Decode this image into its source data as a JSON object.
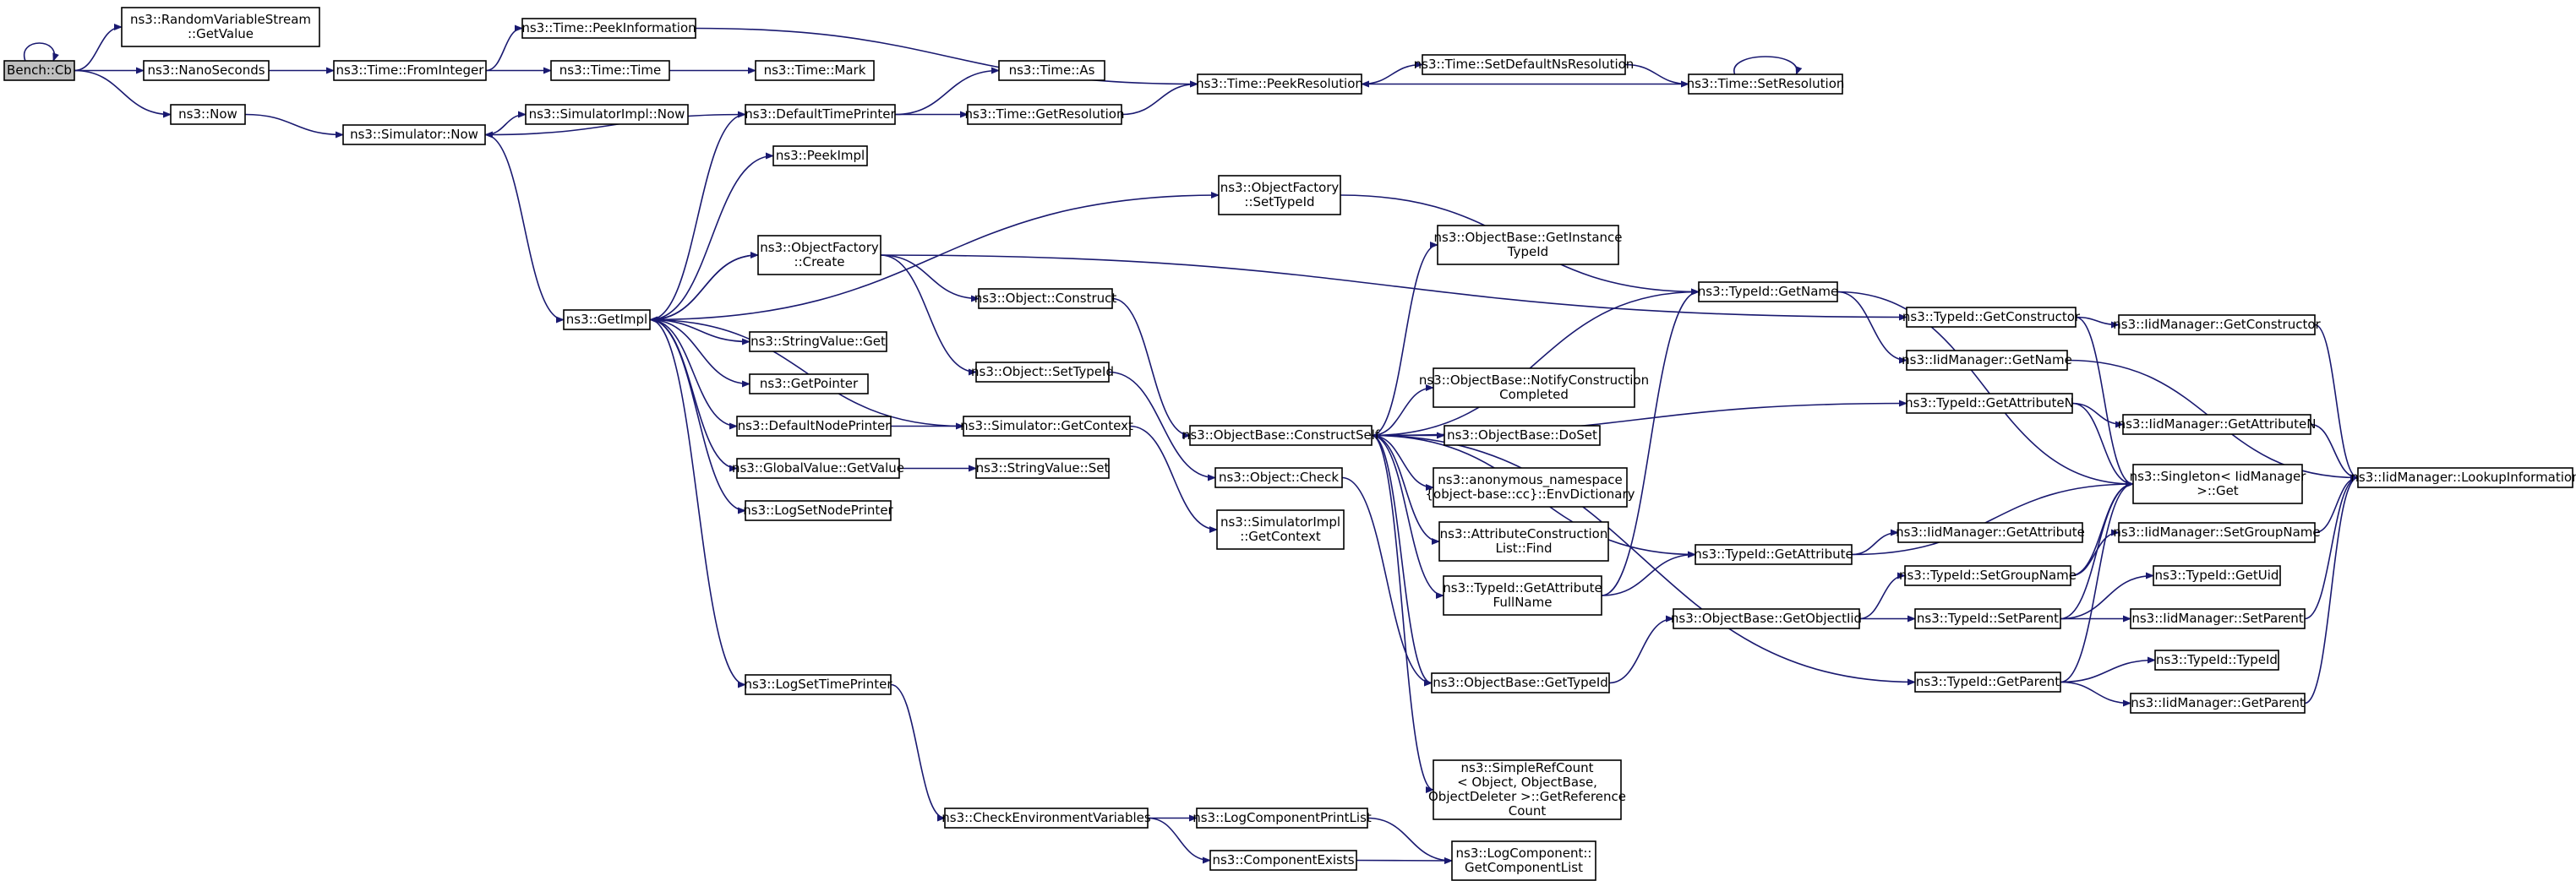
{
  "diagram": {
    "type": "call-graph",
    "edge_color": "#191970",
    "root_fill": "#bfbfbf",
    "nodes": [
      {
        "id": "bench",
        "lines": [
          "Bench::Cb"
        ],
        "root": true
      },
      {
        "id": "rvs_getvalue",
        "lines": [
          "ns3::RandomVariableStream",
          "::GetValue"
        ]
      },
      {
        "id": "nanoseconds",
        "lines": [
          "ns3::NanoSeconds"
        ]
      },
      {
        "id": "now",
        "lines": [
          "ns3::Now"
        ]
      },
      {
        "id": "time_frominteger",
        "lines": [
          "ns3::Time::FromInteger"
        ]
      },
      {
        "id": "time_peekinformation",
        "lines": [
          "ns3::Time::PeekInformation"
        ]
      },
      {
        "id": "time_time",
        "lines": [
          "ns3::Time::Time"
        ]
      },
      {
        "id": "time_mark",
        "lines": [
          "ns3::Time::Mark"
        ]
      },
      {
        "id": "simulator_now",
        "lines": [
          "ns3::Simulator::Now"
        ]
      },
      {
        "id": "simulatorimpl_now",
        "lines": [
          "ns3::SimulatorImpl::Now"
        ]
      },
      {
        "id": "getimpl",
        "lines": [
          "ns3::GetImpl"
        ]
      },
      {
        "id": "defaulttimeprinter",
        "lines": [
          "ns3::DefaultTimePrinter"
        ]
      },
      {
        "id": "peekimpl",
        "lines": [
          "ns3::PeekImpl"
        ]
      },
      {
        "id": "objectfactory_create",
        "lines": [
          "ns3::ObjectFactory",
          "::Create"
        ]
      },
      {
        "id": "stringvalue_get",
        "lines": [
          "ns3::StringValue::Get"
        ]
      },
      {
        "id": "getpointer",
        "lines": [
          "ns3::GetPointer"
        ]
      },
      {
        "id": "defaultnodeprinter",
        "lines": [
          "ns3::DefaultNodePrinter"
        ]
      },
      {
        "id": "globalvalue_getvalue",
        "lines": [
          "ns3::GlobalValue::GetValue"
        ]
      },
      {
        "id": "logsetnodeprinter",
        "lines": [
          "ns3::LogSetNodePrinter"
        ]
      },
      {
        "id": "logsettimeprinter",
        "lines": [
          "ns3::LogSetTimePrinter"
        ]
      },
      {
        "id": "time_as",
        "lines": [
          "ns3::Time::As"
        ]
      },
      {
        "id": "time_getresolution",
        "lines": [
          "ns3::Time::GetResolution"
        ]
      },
      {
        "id": "object_construct",
        "lines": [
          "ns3::Object::Construct"
        ]
      },
      {
        "id": "object_settypeid",
        "lines": [
          "ns3::Object::SetTypeId"
        ]
      },
      {
        "id": "simulator_getcontext",
        "lines": [
          "ns3::Simulator::GetContext"
        ]
      },
      {
        "id": "stringvalue_set",
        "lines": [
          "ns3::StringValue::Set"
        ]
      },
      {
        "id": "checkenv",
        "lines": [
          "ns3::CheckEnvironmentVariables"
        ]
      },
      {
        "id": "time_peekresolution",
        "lines": [
          "ns3::Time::PeekResolution"
        ]
      },
      {
        "id": "objectfactory_settypeid",
        "lines": [
          "ns3::ObjectFactory",
          "::SetTypeId"
        ]
      },
      {
        "id": "object_check",
        "lines": [
          "ns3::Object::Check"
        ]
      },
      {
        "id": "simulatorimpl_getcontext",
        "lines": [
          "ns3::SimulatorImpl",
          "::GetContext"
        ]
      },
      {
        "id": "logcomponentprintlist",
        "lines": [
          "ns3::LogComponentPrintList"
        ]
      },
      {
        "id": "componentexists",
        "lines": [
          "ns3::ComponentExists"
        ]
      },
      {
        "id": "time_setdefaultnsresolution",
        "lines": [
          "ns3::Time::SetDefaultNsResolution"
        ]
      },
      {
        "id": "time_setresolution",
        "lines": [
          "ns3::Time::SetResolution"
        ]
      },
      {
        "id": "objectbase_constructself",
        "lines": [
          "ns3::ObjectBase::ConstructSelf"
        ]
      },
      {
        "id": "objectbase_getinstancetypeid",
        "lines": [
          "ns3::ObjectBase::GetInstance",
          "TypeId"
        ]
      },
      {
        "id": "objectbase_notifyconstructioncompleted",
        "lines": [
          "ns3::ObjectBase::NotifyConstruction",
          "Completed"
        ]
      },
      {
        "id": "objectbase_doset",
        "lines": [
          "ns3::ObjectBase::DoSet"
        ]
      },
      {
        "id": "anon_envdictionary",
        "lines": [
          "ns3::anonymous_namespace",
          "{object-base::cc}::EnvDictionary"
        ]
      },
      {
        "id": "attributeconstructionlist_find",
        "lines": [
          "ns3::AttributeConstruction",
          "List::Find"
        ]
      },
      {
        "id": "typeid_getattributefullname",
        "lines": [
          "ns3::TypeId::GetAttribute",
          "FullName"
        ]
      },
      {
        "id": "objectbase_gettypeid",
        "lines": [
          "ns3::ObjectBase::GetTypeId"
        ]
      },
      {
        "id": "simplerefcount",
        "lines": [
          "ns3::SimpleRefCount",
          "< Object, ObjectBase,",
          "ObjectDeleter >::GetReference",
          "Count"
        ]
      },
      {
        "id": "logcomponent_getcomponentlist",
        "lines": [
          "ns3::LogComponent::",
          "GetComponentList"
        ]
      },
      {
        "id": "typeid_getname",
        "lines": [
          "ns3::TypeId::GetName"
        ]
      },
      {
        "id": "typeid_getattribute",
        "lines": [
          "ns3::TypeId::GetAttribute"
        ]
      },
      {
        "id": "objectbase_getobjectiid",
        "lines": [
          "ns3::ObjectBase::GetObjectIid"
        ]
      },
      {
        "id": "typeid_getconstructor",
        "lines": [
          "ns3::TypeId::GetConstructor"
        ]
      },
      {
        "id": "iidmanager_getname",
        "lines": [
          "ns3::IidManager::GetName"
        ]
      },
      {
        "id": "typeid_getattributen",
        "lines": [
          "ns3::TypeId::GetAttributeN"
        ]
      },
      {
        "id": "iidmanager_getattribute",
        "lines": [
          "ns3::IidManager::GetAttribute"
        ]
      },
      {
        "id": "typeid_setgroupname",
        "lines": [
          "ns3::TypeId::SetGroupName"
        ]
      },
      {
        "id": "typeid_setparent",
        "lines": [
          "ns3::TypeId::SetParent"
        ]
      },
      {
        "id": "typeid_getparent",
        "lines": [
          "ns3::TypeId::GetParent"
        ]
      },
      {
        "id": "singleton_get",
        "lines": [
          "ns3::Singleton< IidManager",
          " >::Get"
        ]
      },
      {
        "id": "iidmanager_getconstructor",
        "lines": [
          "ns3::IidManager::GetConstructor"
        ]
      },
      {
        "id": "iidmanager_getattributen",
        "lines": [
          "ns3::IidManager::GetAttributeN"
        ]
      },
      {
        "id": "iidmanager_setgroupname",
        "lines": [
          "ns3::IidManager::SetGroupName"
        ]
      },
      {
        "id": "typeid_getuid",
        "lines": [
          "ns3::TypeId::GetUid"
        ]
      },
      {
        "id": "iidmanager_setparent",
        "lines": [
          "ns3::IidManager::SetParent"
        ]
      },
      {
        "id": "typeid_typeid",
        "lines": [
          "ns3::TypeId::TypeId"
        ]
      },
      {
        "id": "iidmanager_getparent",
        "lines": [
          "ns3::IidManager::GetParent"
        ]
      },
      {
        "id": "iidmanager_lookupinformation",
        "lines": [
          "ns3::IidManager::LookupInformation"
        ]
      }
    ],
    "edges": [
      [
        "bench",
        "bench"
      ],
      [
        "bench",
        "rvs_getvalue"
      ],
      [
        "bench",
        "nanoseconds"
      ],
      [
        "bench",
        "now"
      ],
      [
        "nanoseconds",
        "time_frominteger"
      ],
      [
        "time_frominteger",
        "time_peekinformation"
      ],
      [
        "time_frominteger",
        "time_time"
      ],
      [
        "time_time",
        "time_mark"
      ],
      [
        "time_peekinformation",
        "time_peekresolution"
      ],
      [
        "now",
        "simulator_now"
      ],
      [
        "simulator_now",
        "simulatorimpl_now"
      ],
      [
        "simulator_now",
        "getimpl"
      ],
      [
        "defaulttimeprinter",
        "simulator_now"
      ],
      [
        "defaulttimeprinter",
        "time_as"
      ],
      [
        "defaulttimeprinter",
        "time_getresolution"
      ],
      [
        "time_getresolution",
        "time_peekresolution"
      ],
      [
        "time_peekresolution",
        "time_setdefaultnsresolution"
      ],
      [
        "time_setdefaultnsresolution",
        "time_setresolution"
      ],
      [
        "time_setresolution",
        "time_peekresolution"
      ],
      [
        "time_setresolution",
        "time_setresolution"
      ],
      [
        "getimpl",
        "defaulttimeprinter"
      ],
      [
        "getimpl",
        "peekimpl"
      ],
      [
        "getimpl",
        "objectfactory_create"
      ],
      [
        "getimpl",
        "stringvalue_get"
      ],
      [
        "getimpl",
        "getpointer"
      ],
      [
        "getimpl",
        "defaultnodeprinter"
      ],
      [
        "getimpl",
        "globalvalue_getvalue"
      ],
      [
        "getimpl",
        "logsetnodeprinter"
      ],
      [
        "getimpl",
        "logsettimeprinter"
      ],
      [
        "getimpl",
        "objectfactory_settypeid"
      ],
      [
        "objectfactory_create",
        "getimpl"
      ],
      [
        "objectfactory_create",
        "object_construct"
      ],
      [
        "objectfactory_create",
        "object_settypeid"
      ],
      [
        "objectfactory_create",
        "typeid_getconstructor"
      ],
      [
        "defaultnodeprinter",
        "simulator_getcontext"
      ],
      [
        "simulator_getcontext",
        "getimpl"
      ],
      [
        "simulator_getcontext",
        "simulatorimpl_getcontext"
      ],
      [
        "globalvalue_getvalue",
        "stringvalue_set"
      ],
      [
        "logsettimeprinter",
        "checkenv"
      ],
      [
        "checkenv",
        "logcomponentprintlist"
      ],
      [
        "checkenv",
        "componentexists"
      ],
      [
        "logcomponentprintlist",
        "logcomponent_getcomponentlist"
      ],
      [
        "componentexists",
        "logcomponent_getcomponentlist"
      ],
      [
        "objectfactory_settypeid",
        "typeid_getname"
      ],
      [
        "object_construct",
        "objectbase_constructself"
      ],
      [
        "object_settypeid",
        "object_check"
      ],
      [
        "object_check",
        "objectbase_gettypeid"
      ],
      [
        "objectbase_constructself",
        "objectbase_getinstancetypeid"
      ],
      [
        "objectbase_constructself",
        "typeid_getname"
      ],
      [
        "objectbase_constructself",
        "objectbase_notifyconstructioncompleted"
      ],
      [
        "objectbase_constructself",
        "objectbase_doset"
      ],
      [
        "objectbase_constructself",
        "anon_envdictionary"
      ],
      [
        "objectbase_constructself",
        "attributeconstructionlist_find"
      ],
      [
        "objectbase_constructself",
        "typeid_getattributefullname"
      ],
      [
        "objectbase_constructself",
        "objectbase_gettypeid"
      ],
      [
        "objectbase_constructself",
        "simplerefcount"
      ],
      [
        "objectbase_constructself",
        "typeid_getattributen"
      ],
      [
        "objectbase_constructself",
        "typeid_getattribute"
      ],
      [
        "objectbase_constructself",
        "typeid_getparent"
      ],
      [
        "typeid_getattributefullname",
        "typeid_getname"
      ],
      [
        "typeid_getattributefullname",
        "typeid_getattribute"
      ],
      [
        "objectbase_gettypeid",
        "objectbase_getobjectiid"
      ],
      [
        "objectbase_getobjectiid",
        "typeid_setgroupname"
      ],
      [
        "objectbase_getobjectiid",
        "typeid_setparent"
      ],
      [
        "typeid_getname",
        "iidmanager_getname"
      ],
      [
        "typeid_getname",
        "singleton_get"
      ],
      [
        "typeid_getconstructor",
        "iidmanager_getconstructor"
      ],
      [
        "typeid_getconstructor",
        "singleton_get"
      ],
      [
        "typeid_getattributen",
        "iidmanager_getattributen"
      ],
      [
        "typeid_getattributen",
        "singleton_get"
      ],
      [
        "typeid_getattribute",
        "iidmanager_getattribute"
      ],
      [
        "typeid_getattribute",
        "singleton_get"
      ],
      [
        "typeid_setgroupname",
        "iidmanager_setgroupname"
      ],
      [
        "typeid_setgroupname",
        "singleton_get"
      ],
      [
        "typeid_setparent",
        "typeid_getuid"
      ],
      [
        "typeid_setparent",
        "iidmanager_setparent"
      ],
      [
        "typeid_setparent",
        "singleton_get"
      ],
      [
        "typeid_getparent",
        "typeid_typeid"
      ],
      [
        "typeid_getparent",
        "iidmanager_getparent"
      ],
      [
        "typeid_getparent",
        "singleton_get"
      ],
      [
        "iidmanager_getname",
        "iidmanager_lookupinformation"
      ],
      [
        "iidmanager_getconstructor",
        "iidmanager_lookupinformation"
      ],
      [
        "iidmanager_getattributen",
        "iidmanager_lookupinformation"
      ],
      [
        "iidmanager_setgroupname",
        "iidmanager_lookupinformation"
      ],
      [
        "iidmanager_setparent",
        "iidmanager_lookupinformation"
      ],
      [
        "iidmanager_getparent",
        "iidmanager_lookupinformation"
      ]
    ]
  }
}
